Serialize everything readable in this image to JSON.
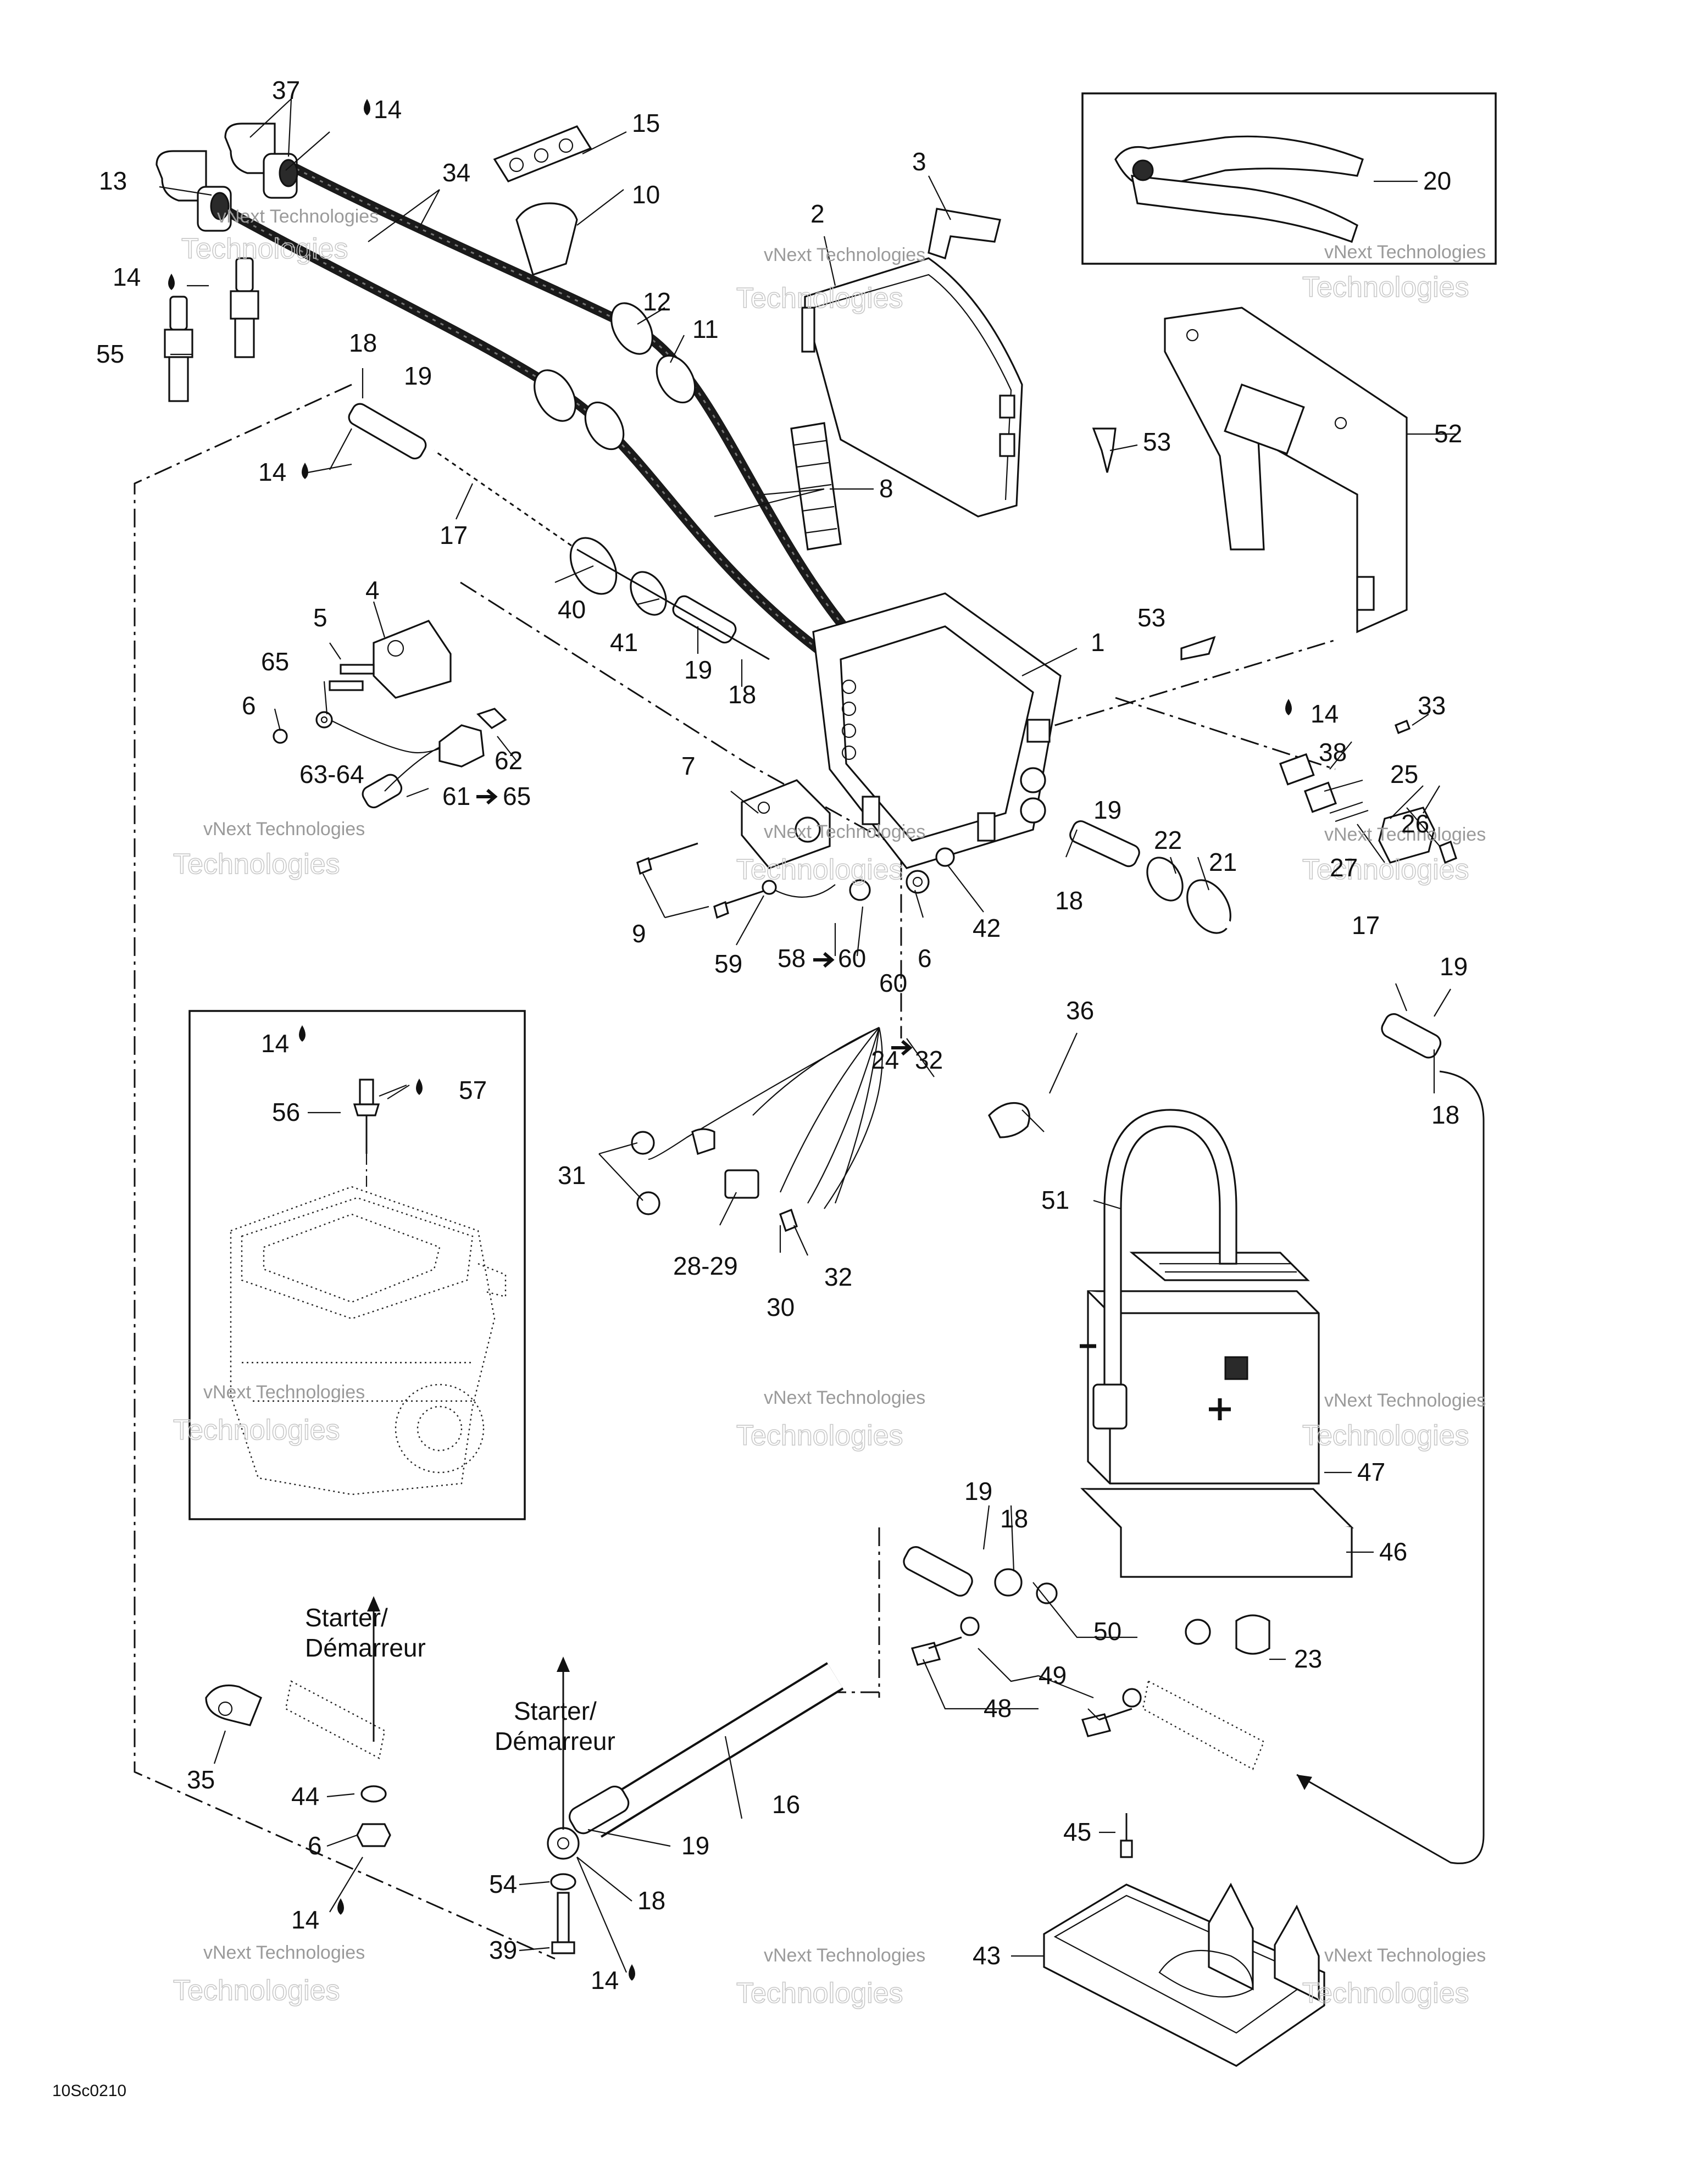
{
  "diagram": {
    "reference_code": "10Sc0210",
    "starter_label_a": "Starter/",
    "starter_label_b": "Démarreur",
    "watermark_line1": "vNext Technologies",
    "watermark_line2": "Technologies",
    "callouts": {
      "c1": "1",
      "c2": "2",
      "c3": "3",
      "c4": "4",
      "c5": "5",
      "c6a": "6",
      "c6b": "6",
      "c6c": "6",
      "c7": "7",
      "c8": "8",
      "c9": "9",
      "c10": "10",
      "c11": "11",
      "c12": "12",
      "c13": "13",
      "c14a": "14",
      "c14b": "14",
      "c14c": "14",
      "c14d": "14",
      "c14e": "14",
      "c14f": "14",
      "c14g": "14",
      "c15": "15",
      "c16": "16",
      "c17a": "17",
      "c17b": "17",
      "c18a": "18",
      "c18b": "18",
      "c18c": "18",
      "c18d": "18",
      "c18e": "18",
      "c18f": "18",
      "c19a": "19",
      "c19b": "19",
      "c19c": "19",
      "c19d": "19",
      "c19e": "19",
      "c19f": "19",
      "c20": "20",
      "c21": "21",
      "c22": "22",
      "c23": "23",
      "c24": "24",
      "c25": "25",
      "c26": "26",
      "c27": "27",
      "c28": "28-29",
      "c30": "30",
      "c31": "31",
      "c32a": "32",
      "c32b": "32",
      "c33": "33",
      "c34": "34",
      "c35": "35",
      "c36": "36",
      "c37": "37",
      "c38": "38",
      "c39": "39",
      "c40": "40",
      "c41": "41",
      "c42": "42",
      "c43": "43",
      "c44": "44",
      "c45": "45",
      "c46": "46",
      "c47": "47",
      "c48": "48",
      "c49": "49",
      "c50": "50",
      "c51": "51",
      "c52": "52",
      "c53a": "53",
      "c53b": "53",
      "c54": "54",
      "c55": "55",
      "c56": "56",
      "c57": "57",
      "c58": "58",
      "c59": "59",
      "c60a": "60",
      "c60b": "60",
      "c61": "61",
      "c62": "62",
      "c63": "63-64",
      "c65a": "65",
      "c65b": "65"
    }
  }
}
